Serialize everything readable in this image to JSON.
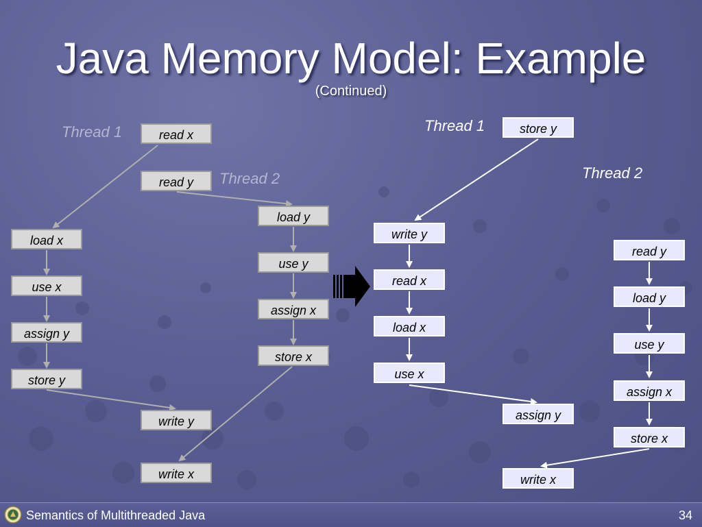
{
  "slide": {
    "title": "Java Memory Model: Example",
    "subtitle": "(Continued)"
  },
  "left_diagram": {
    "thread1_label": "Thread 1",
    "thread2_label": "Thread 2",
    "boxes": {
      "read_x": "read x",
      "read_y": "read y",
      "load_x": "load x",
      "use_x": "use x",
      "assign_y": "assign y",
      "store_y": "store y",
      "load_y": "load y",
      "use_y": "use y",
      "assign_x": "assign x",
      "store_x": "store x",
      "write_y": "write y",
      "write_x": "write x"
    }
  },
  "right_diagram": {
    "thread1_label": "Thread 1",
    "thread2_label": "Thread 2",
    "boxes": {
      "store_y": "store y",
      "write_y": "write y",
      "read_x": "read x",
      "load_x": "load x",
      "use_x": "use x",
      "assign_y": "assign y",
      "read_y": "read y",
      "load_y": "load y",
      "use_y": "use y",
      "assign_x": "assign x",
      "store_x": "store x",
      "write_x": "write x"
    }
  },
  "colors": {
    "background": "#5a5e92",
    "gray_box": "#d9d9d9",
    "blue_box": "#e8e8ff",
    "gray_arrow": "#b0b0b0",
    "white_arrow": "#ffffff"
  },
  "footer": {
    "text": "Semantics of Multithreaded Java",
    "page": "34",
    "logo_icon": "university-seal-icon"
  }
}
